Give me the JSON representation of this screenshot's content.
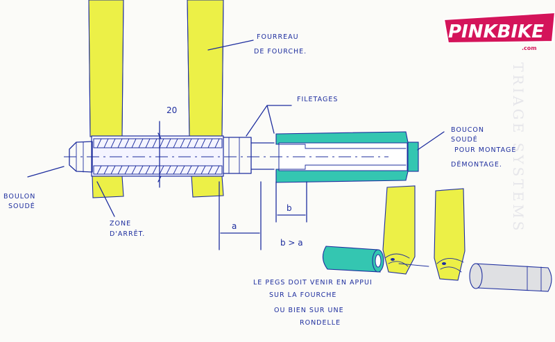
{
  "logo": {
    "text": "PINKBIKE",
    "sub": ".com",
    "color": "#d4145a"
  },
  "labels": {
    "fourreau_1": "FOURREAU",
    "fourreau_2": "DE FOURCHE.",
    "filetages": "FILETAGES",
    "dim_20": "20",
    "bouchon_1": "BOUCON",
    "bouchon_2": "SOUDÉ",
    "bouchon_3": "POUR MONTAGE",
    "bouchon_4": "DÉMONTAGE.",
    "boulon_1": "BOULON",
    "boulon_2": "SOUDÉ",
    "zone_1": "ZONE",
    "zone_2": "D'ARRÊT.",
    "dim_a": "a",
    "dim_b": "b",
    "relation": "b > a",
    "pegs_1": "LE PEGS DOIT VENIR EN APPUI",
    "pegs_2": "SUR LA FOURCHE",
    "pegs_3": "OU BIEN SUR UNE",
    "pegs_4": "RONDELLE"
  },
  "colors": {
    "ink": "#1d2d9e",
    "yellow": "#ecf047",
    "teal": "#34c6b1"
  }
}
